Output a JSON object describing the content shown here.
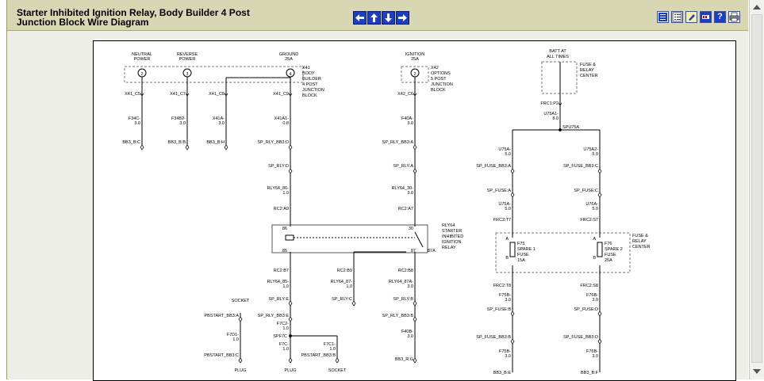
{
  "header": {
    "title_line1": "Starter Inhibited Ignition Relay, Body Builder 4 Post",
    "title_line2": "Junction Block Wire Diagram",
    "nav": [
      "back-arrow-icon",
      "up-arrow-icon",
      "down-arrow-icon",
      "forward-arrow-icon"
    ],
    "tools": [
      "table-of-contents-icon",
      "list-icon",
      "highlighter-icon",
      "glossary-icon",
      "help-icon",
      "print-icon"
    ],
    "tool_help_label": "?",
    "bg_color": "#d9d7b3",
    "nav_color": "#1a3ec8"
  },
  "diagram": {
    "top_labels": {
      "neutral_power": [
        "NEUTRAL",
        "POWER"
      ],
      "reverse_power": [
        "REVERSE",
        "POWER"
      ],
      "ground": [
        "GROUND",
        "25A"
      ],
      "ignition": [
        "IGNITION",
        "25A"
      ],
      "batt": [
        "BATT AT",
        "ALL TIMES"
      ]
    },
    "x41_block": [
      "X41",
      "BODY",
      "BUILDER",
      "4 POST",
      "JUNCTION",
      "BLOCK"
    ],
    "x42_block": [
      "X42",
      "OPTIONS",
      "5 POST",
      "JUNCTION",
      "BLOCK"
    ],
    "fuse_relay_center_top": [
      "FUSE &",
      "RELAY",
      "CENTER"
    ],
    "fuse_relay_center_mid": [
      "FUSE &",
      "RELAY",
      "CENTER"
    ],
    "posts": {
      "p1": "2",
      "p2": "3",
      "p3": "4",
      "p4": "2"
    },
    "connectors": {
      "x41_c5": "X41_C5",
      "x41_c7": "X41_C7",
      "x41_c8": "X41_C8",
      "x41_c9": "X41_C9",
      "x42_c6": "X42_C6",
      "frc1_p2": "FRC1:P2"
    },
    "wires": {
      "f34c": [
        "F34C-",
        "3.0"
      ],
      "f34b2": [
        "F34B2-",
        "3.0"
      ],
      "x41a": [
        "X41A-",
        "3.0"
      ],
      "x41a1": [
        "X41A1-",
        "0.8"
      ],
      "f40a": [
        "F40A-",
        "3.0"
      ],
      "u75a1": [
        "U75A1-",
        "8.0"
      ],
      "spu75a": "SPU75A",
      "u75a_left": [
        "U75A-",
        "5.0"
      ],
      "u75a2": [
        "U75A2-",
        "5.0"
      ]
    },
    "bb3_labels": {
      "bb3_bc": "BB3_B:C",
      "bb3_bb": "BB3_B:B",
      "bb3_bh": "BB3_B:H"
    },
    "sp_labels": {
      "sp_rly_bb3_d": "SP_RLY_BB3:D",
      "sp_rly_bb3_a": "SP_RLY_BB3:A",
      "sp_fuse_bb3_a": "SP_FUSE_BB3:A",
      "sp_fuse_bb3_c": "SP_FUSE_BB3:C",
      "sp_rly_d": "SP_RLY:D",
      "sp_rly_a": "SP_RLY:A",
      "sp_fuse_a": "SP_FUSE:A",
      "sp_fuse_c": "SP_FUSE:C"
    },
    "rly": {
      "rly64_86": [
        "RLY64_86-",
        "1.0"
      ],
      "rly64_30": [
        "RLY64_30-",
        "3.0"
      ],
      "rc2_a9": "RC2:A9",
      "rc2_a7": "RC2:A7",
      "u75a_fl": [
        "U75A-",
        "5.0"
      ],
      "u76a": [
        "U76A-",
        "5.0"
      ],
      "frc2_t7": "FRC2:T7",
      "frc2_s7": "FRC2:S7",
      "pin86": "86",
      "pin85": "85",
      "pin30": "30",
      "pin87": "87",
      "pin87a": "87A",
      "relay_label": [
        "RLY64",
        "STARTER",
        "INHIBITED",
        "IGNITION",
        "RELAY"
      ]
    },
    "fuses": {
      "f75": [
        "F75",
        "SPARE 1",
        "FUSE",
        "15A"
      ],
      "f76": [
        "F76",
        "SPARE 2",
        "FUSE",
        "25A"
      ],
      "pin_a": "A",
      "pin_b": "B"
    },
    "lower": {
      "rc2_b7": "RC2:B7",
      "rc2_b9": "RC2:B9",
      "rc2_b8": "RC2:B8",
      "rly64_85": [
        "RLY64_85-",
        "1.0"
      ],
      "rly64_87": [
        "RLY64_87-",
        "1.0"
      ],
      "rly64_87a": [
        "RLY64_87A-",
        "3.0"
      ],
      "frc2_t8": "FRC2:T8",
      "frc2_s8": "FRC2:S8",
      "f75b_1": [
        "F75B-",
        "3.0"
      ],
      "f76b_1": [
        "F76B-",
        "3.0"
      ],
      "socket_top": "SOCKET",
      "sp_rly_e": "SP_RLY:E",
      "sp_rly_c": "SP_RLY:C",
      "sp_rly_b": "SP_RLY:B",
      "sp_fuse_b": "SP_FUSE:B",
      "sp_fuse_d": "SP_FUSE:D",
      "pbstart_bb3_a": "PBSTART_BB3:A",
      "sp_rly_bb3_e": "SP_RLY_BB3:E",
      "sp_rly_bb3_b": "SP_RLY_BB3:B",
      "f7c2": [
        "F7C2-",
        "1.0"
      ],
      "spf7c": "SPF7C",
      "f7c": [
        "F7C-",
        "1.0"
      ],
      "f7c1": [
        "F7C1-",
        "1.0"
      ],
      "f7d1": [
        "F7D1-",
        "1.0"
      ],
      "f40b": [
        "F40B-",
        "3.0"
      ],
      "sp_fuse_bb3_b": "SP_FUSE_BB3:B",
      "sp_fuse_bb3_d": "SP_FUSE_BB3:D",
      "f75b_2": [
        "F75B-",
        "3.0"
      ],
      "f76b_2": [
        "F76B-",
        "3.0"
      ],
      "pbstart_bb3_c": "PBSTART_BB3:C",
      "pbstart_bb3_b": "PBSTART_BB3:B",
      "bb3_rg": "BB3_R:G",
      "bb3_be": "BB3_B:E",
      "bb3_bf": "BB3_B:F",
      "plug1": "PLUG",
      "plug2": "PLUG",
      "socket_bottom": "SOCKET"
    }
  }
}
